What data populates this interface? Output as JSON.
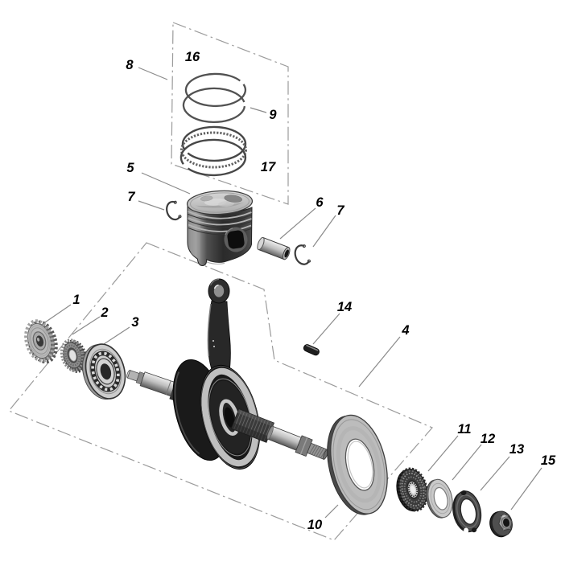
{
  "diagram": {
    "type": "exploded-parts-diagram",
    "subject": "crankshaft-piston-assembly",
    "background_color": "#ffffff",
    "line_color": "#8f8f8f",
    "label_color": "#000000",
    "callouts": [
      {
        "id": "1",
        "text": "1"
      },
      {
        "id": "2",
        "text": "2"
      },
      {
        "id": "3",
        "text": "3"
      },
      {
        "id": "4",
        "text": "4"
      },
      {
        "id": "5",
        "text": "5"
      },
      {
        "id": "6",
        "text": "6"
      },
      {
        "id": "7-left",
        "text": "7"
      },
      {
        "id": "7-right",
        "text": "7"
      },
      {
        "id": "8",
        "text": "8"
      },
      {
        "id": "9",
        "text": "9"
      },
      {
        "id": "10",
        "text": "10"
      },
      {
        "id": "11",
        "text": "11"
      },
      {
        "id": "12",
        "text": "12"
      },
      {
        "id": "13",
        "text": "13"
      },
      {
        "id": "14",
        "text": "14"
      },
      {
        "id": "15",
        "text": "15"
      },
      {
        "id": "16",
        "text": "16"
      },
      {
        "id": "17",
        "text": "17"
      }
    ]
  }
}
